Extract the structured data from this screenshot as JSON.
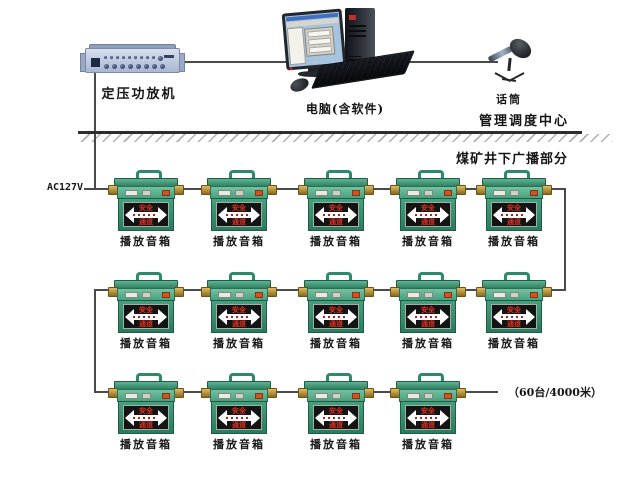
{
  "diagram": {
    "surface": {
      "amplifier_label": "定压功放机",
      "computer_label": "电脑(含软件)",
      "mic_label": "话筒",
      "center_label": "管理调度中心"
    },
    "underground": {
      "section_label": "煤矿井下广播部分",
      "voltage_label": "AC127V",
      "capacity_label": "（60台/4000米）",
      "sign_top": "安全",
      "sign_bottom": "通道",
      "speakers": [
        "播放音箱",
        "播放音箱",
        "播放音箱",
        "播放音箱",
        "播放音箱",
        "播放音箱",
        "播放音箱",
        "播放音箱",
        "播放音箱",
        "播放音箱",
        "播放音箱",
        "播放音箱",
        "播放音箱",
        "播放音箱"
      ]
    },
    "colors": {
      "speaker_green": "#3a9b78",
      "speaker_dark_green": "#1e5c45",
      "panel_black": "#141414",
      "sign_red": "#e03020",
      "arrow_white": "#ffffff",
      "brass_terminal": "#b68a2e",
      "amplifier_blue": "#b9c6dd",
      "wire_gray": "#4a4a4a"
    }
  }
}
